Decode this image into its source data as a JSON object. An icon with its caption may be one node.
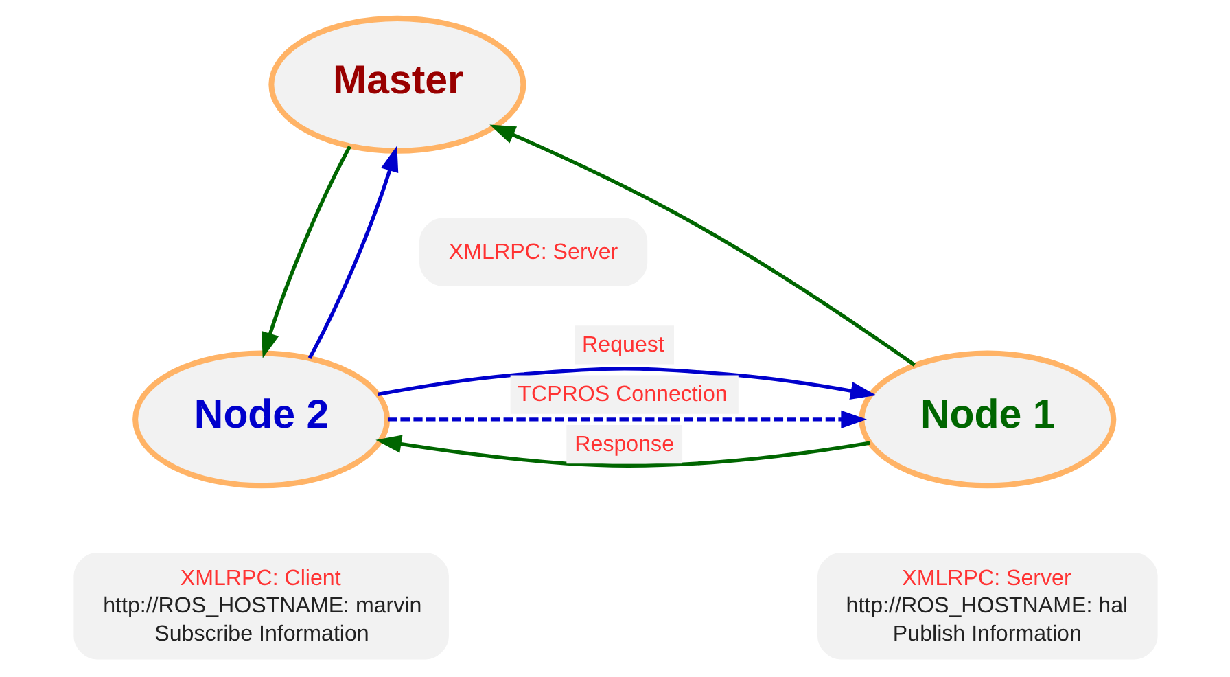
{
  "diagram": {
    "nodes": [
      {
        "text": [
          "Master"
        ]
      },
      {
        "text": [
          "Node 1"
        ]
      },
      {
        "text": [
          "Node 2"
        ]
      },
      {
        "text": [
          "XMLRPC: Server"
        ]
      },
      {
        "text": [
          "XMLRPC: Server",
          "http://ROS_HOSTNAME: hal",
          "Publish Information"
        ]
      },
      {
        "text": [
          "XMLRPC: Client",
          "http://ROS_HOSTNAME: marvin",
          "Subscribe Information"
        ]
      }
    ],
    "edges": [
      {
        "from": 1,
        "to": 0,
        "arrow": "to",
        "color": "#006600"
      },
      {
        "from": 0,
        "to": 2,
        "arrow": "to",
        "color": "#006600"
      },
      {
        "from": 2,
        "to": 0,
        "arrow": "to",
        "color": "#0000cc"
      },
      {
        "from": 2,
        "to": 1,
        "arrow": "to",
        "label": "Request",
        "color": "#0000cc"
      },
      {
        "from": 1,
        "to": 2,
        "arrow": "to",
        "label": "Response",
        "color": "#006600"
      },
      {
        "from": 2,
        "to": 1,
        "arrow": "to",
        "label": "TCPROS Connection",
        "style": "dashed",
        "color": "#0000cc"
      }
    ]
  }
}
